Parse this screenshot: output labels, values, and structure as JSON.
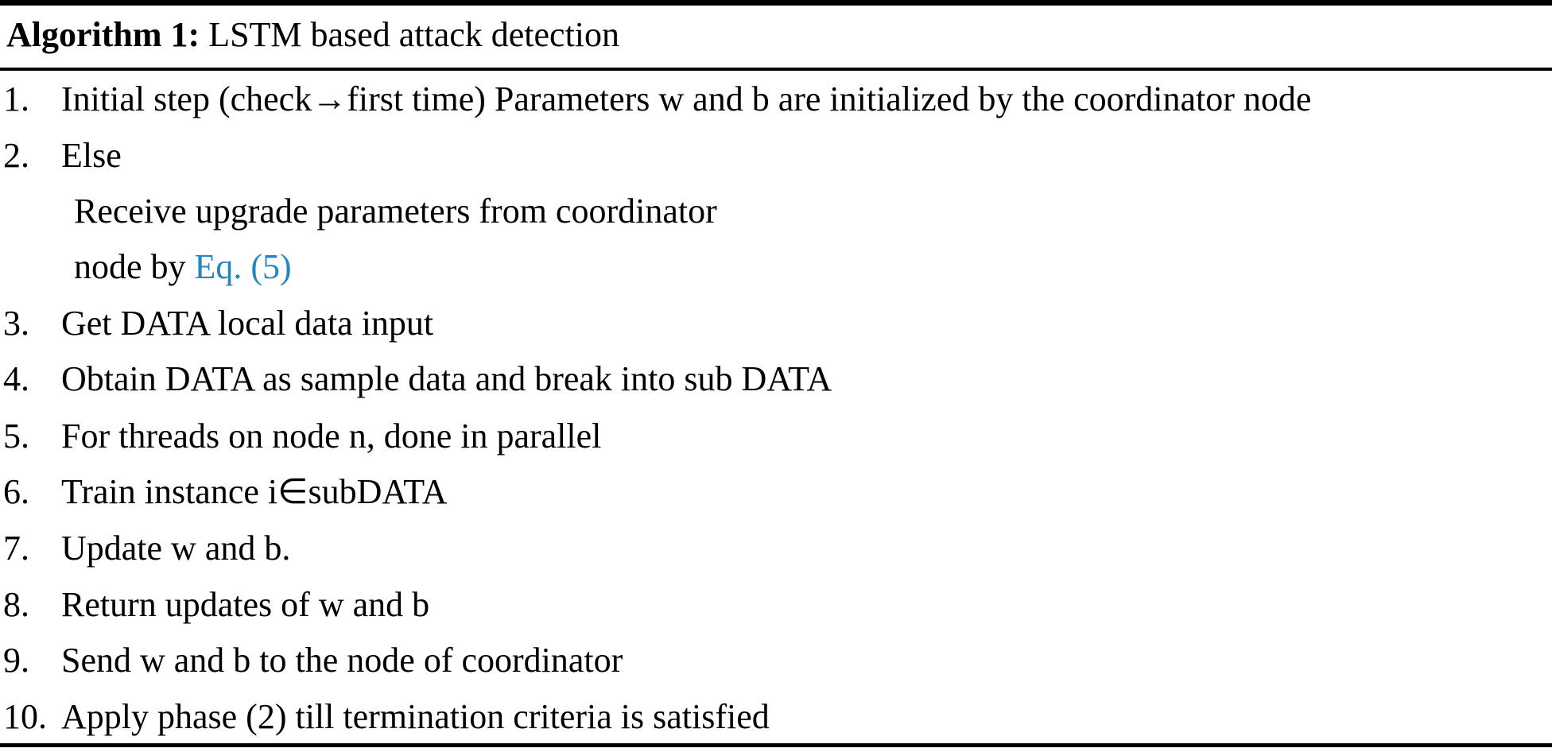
{
  "title": {
    "label": "Algorithm 1:",
    "text": " LSTM based attack detection"
  },
  "steps": [
    {
      "num": "1.",
      "text": "Initial step (check→first time) Parameters w and b are initialized by the coordinator node"
    },
    {
      "num": "2.",
      "text": "Else"
    },
    {
      "indent": true,
      "text": "Receive upgrade parameters from coordinator"
    },
    {
      "indent": true,
      "text_before_link": "node by ",
      "link_text": "Eq. (5)"
    },
    {
      "num": "3.",
      "text": "Get DATA local data input"
    },
    {
      "num": "4.",
      "text": "Obtain DATA as sample data and break into sub DATA"
    },
    {
      "num": "5.",
      "text": "For threads on node n, done in parallel"
    },
    {
      "num": "6.",
      "text": "Train instance i∈subDATA"
    },
    {
      "num": "7.",
      "text": "Update w and b."
    },
    {
      "num": "8.",
      "text": "Return updates of w and b"
    },
    {
      "num": "9.",
      "text": "Send w and b to the node of coordinator"
    },
    {
      "num": "10.",
      "text": "Apply phase (2) till termination criteria is satisfied"
    }
  ],
  "colors": {
    "text": "#000000",
    "rule": "#000000",
    "link": "#2386bd",
    "background": "#ffffff"
  }
}
